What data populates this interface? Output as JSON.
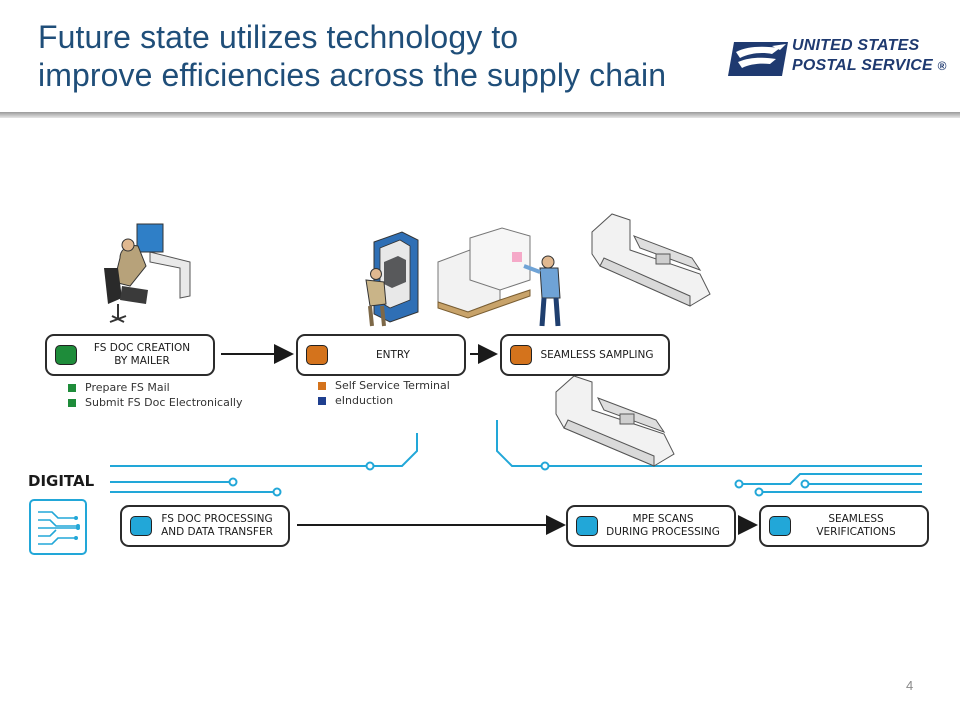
{
  "slide": {
    "title_line1": "Future state utilizes technology to",
    "title_line2": "improve efficiencies across the supply chain",
    "page_number": "4"
  },
  "logo": {
    "line1": "UNITED STATES",
    "line2": "POSTAL SERVICE",
    "mark": "®",
    "icon": "eagle-icon"
  },
  "physical_flow": {
    "boxes": [
      {
        "label_line1": "FS DOC CREATION",
        "label_line2": "BY MAILER",
        "color": "#1e8c3a"
      },
      {
        "label_line1": "ENTRY",
        "label_line2": "",
        "color": "#d4731c"
      },
      {
        "label_line1": "SEAMLESS SAMPLING",
        "label_line2": "",
        "color": "#d4731c"
      }
    ],
    "legend_mailer": [
      {
        "text": "Prepare FS Mail",
        "color": "#1e8c3a"
      },
      {
        "text": "Submit FS Doc Electronically",
        "color": "#1e8c3a"
      }
    ],
    "legend_entry": [
      {
        "text": "Self Service Terminal",
        "color": "#d4731c"
      },
      {
        "text": "eInduction",
        "color": "#1f3f8f"
      }
    ]
  },
  "digital_flow": {
    "heading": "DIGITAL",
    "icon": "circuit-document-icon",
    "boxes": [
      {
        "label_line1": "FS DOC PROCESSING",
        "label_line2": "AND DATA TRANSFER",
        "color": "#22a7d8"
      },
      {
        "label_line1": "MPE SCANS",
        "label_line2": "DURING PROCESSING",
        "color": "#22a7d8"
      },
      {
        "label_line1": "SEAMLESS",
        "label_line2": "VERIFICATIONS",
        "color": "#22a7d8"
      }
    ]
  },
  "illustrations": [
    "mailer-at-computer-icon",
    "self-service-kiosk-icon",
    "mail-pallets-worker-icon",
    "sorting-machine-icon",
    "sorting-machine-icon"
  ],
  "colors": {
    "title": "#1f4e79",
    "digital_line": "#22a7d8",
    "box_border": "#2b2b2b"
  }
}
